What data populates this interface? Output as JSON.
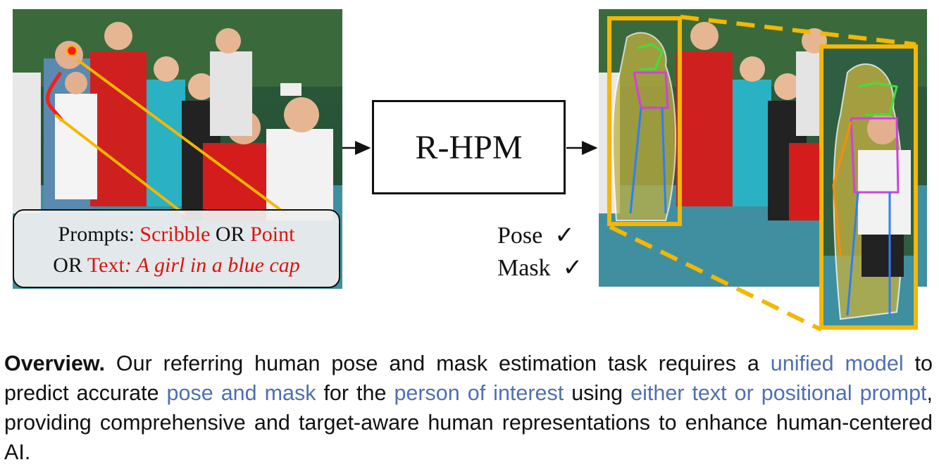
{
  "prompt_box": {
    "prefix": "Prompts: ",
    "scribble": "Scribble",
    "or1": " OR ",
    "point": "Point",
    "or2": "OR ",
    "text_label": "Text",
    "colon": ": ",
    "text_query": "A girl in a blue cap"
  },
  "model": {
    "name": "R-HPM"
  },
  "outputs": {
    "pose": "Pose",
    "pose_check": "✓",
    "mask": "Mask",
    "mask_check": "✓"
  },
  "caption": {
    "lead": "Overview.",
    "s1": " Our referring human pose and mask estimation task requires a ",
    "h1": "unified model",
    "s2": " to predict accurate ",
    "h2": "pose and mask",
    "s3": " for the ",
    "h3": "person of interest",
    "s4": " using ",
    "h4": "either text or positional prompt",
    "s5": ", providing comprehensive and target-aware human representations to enhance human-centered AI."
  },
  "colors": {
    "prompt_red": "#e01010",
    "highlight_blue": "#4f6fb3",
    "zoom_orange": "#f5b700",
    "pose_green": "#3ee03e",
    "pose_magenta": "#d040e0",
    "pose_blue": "#2a7fff",
    "pose_orange": "#ff8a00"
  }
}
